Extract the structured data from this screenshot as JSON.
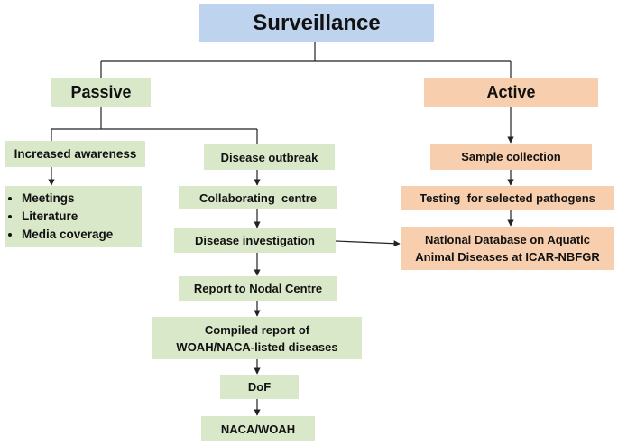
{
  "title": "Surveillance",
  "passive": {
    "label": "Passive",
    "awareness": {
      "label": "Increased awareness",
      "bullets": [
        "Meetings",
        "Literature",
        "Media coverage"
      ]
    },
    "chain": [
      "Disease outbreak",
      "Collaborating  centre",
      "Disease investigation",
      "Report to Nodal Centre",
      "Compiled report of",
      "WOAH/NACA-listed diseases",
      "DoF",
      "NACA/WOAH"
    ]
  },
  "active": {
    "label": "Active",
    "chain": [
      "Sample collection",
      "Testing  for selected pathogens",
      "National Database on Aquatic",
      "Animal Diseases at ICAR-NBFGR"
    ]
  },
  "colors": {
    "title_fill": "#bed4ee",
    "passive_fill": "#d9e8c9",
    "active_fill": "#f8cfae",
    "line": "#222222"
  }
}
